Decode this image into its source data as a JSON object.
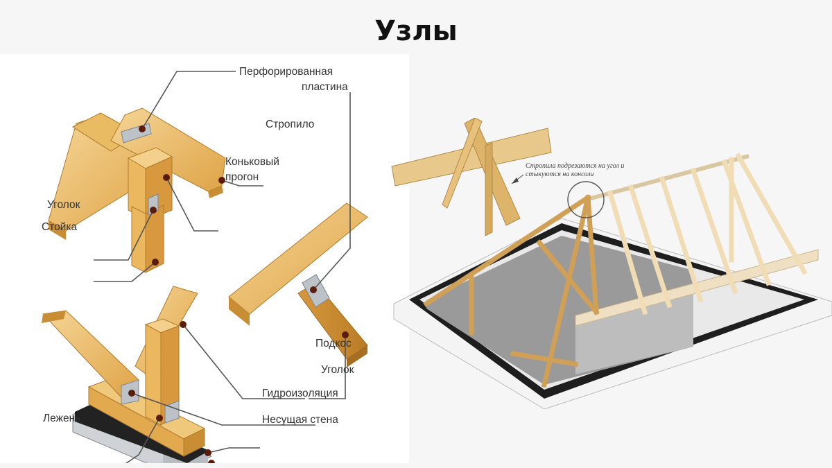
{
  "title": "Узлы",
  "labels": {
    "perforated_plate_1": "Перфорированная",
    "perforated_plate_2": "пластина",
    "rafter": "Стропило",
    "ridge_purlin_1": "Коньковый",
    "ridge_purlin_2": "прогон",
    "corner_top": "Уголок",
    "post": "Стойка",
    "strut": "Подкос",
    "corner_bottom": "Уголок",
    "waterproofing": "Гидроизоляция",
    "sill_beam": "Лежень",
    "bearing_wall": "Несущая стена"
  },
  "annotation": {
    "line1": "Стропила подрезаются на угол и",
    "line2": "стыкуются на консоли"
  },
  "colors": {
    "wood": "#e7b55a",
    "wood_dark": "#c98d33",
    "wood_light": "#f3d18c",
    "plate": "#b8bec4",
    "wall": "#c9ccd0",
    "waterproof": "#222222",
    "leader": "#555555",
    "truss_light": "#f1ddb5"
  }
}
